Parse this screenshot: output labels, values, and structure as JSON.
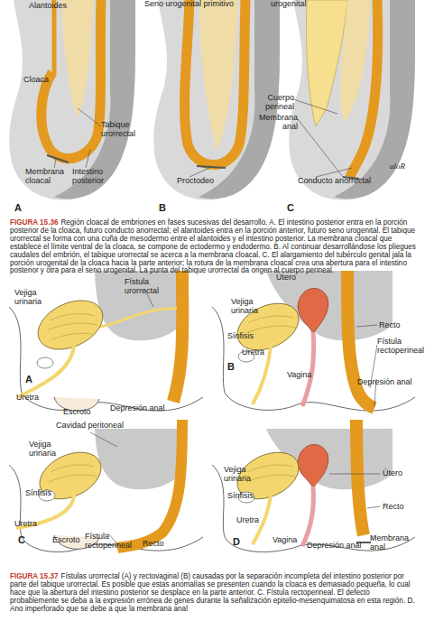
{
  "diagram": {
    "labels": [
      "Alantoides",
      "Seno urogenital primitivo",
      "urogenital",
      "Cloaca",
      "Tabique urorrectal",
      "Membrana cloacal",
      "Intestino posterior",
      "A",
      "Proctodeo",
      "B",
      "Cuerpo perineal",
      "Membrana anal",
      "Conducto anorrectal",
      "C",
      "aloR",
      "FIGURA 15.36",
      "Región cloacal de embriones en fases sucesivas del desarrollo. A. El intestino posterior entra en la porción posterior de la cloaca, futuro conducto anorrectal; el alantoides entra en la porción anterior, futuro seno urogenital. El tabique urorrectal se forma con una cuña de mesodermo entre el alantoides y el intestino posterior. La membrana cloacal que establece el límite ventral de la cloaca, se compone de ectodermo y endodermo. B. Al continuar desarrollándose los pliegues caudales del embrión, el tabique urorrectal se acerca a la membrana cloacal. C. El alargamiento del tubérculo genital jala la porción urogenital de la cloaca hacia la parte anterior; la rotura de la membrana cloacal crea una abertura para el intestino posterior y otra para el seno urogenital. La punta del tabique urorrectal da origen al cuerpo perineal.",
      "Vejiga urinaria",
      "Fístula urorrectal",
      "Uretra",
      "Escroto",
      "Depresión anal",
      "A",
      "Útero",
      "Vejiga urinaria",
      "Sínfisis",
      "Uretra",
      "Vagina",
      "Recto",
      "Fístula rectoperineal",
      "Depresión anal",
      "B",
      "Cavidad peritoneal",
      "Vejiga urinaria",
      "Sínfisis",
      "Uretra",
      "Escroto",
      "Fístula rectoperineal",
      "Recto",
      "C",
      "Vejiga urinaria",
      "Útero",
      "Sínfisis",
      "Recto",
      "Uretra",
      "Vagina",
      "Depresión anal",
      "Membrana anal",
      "D",
      "FIGURA 15.37",
      "Fístulas urorrectal (A) y rectovaginal (B) causadas por la separación incompleta del intestino posterior por parte del tabique urorrectal. Es posible que estas anomalías se presenten cuando la cloaca es demasiado pequeña, lo cual hace que la abertura del intestino posterior se desplace en la parte anterior. C. Fístula rectoperineal. El defecto probablemente se deba a la expresión errónea de genes durante la señalización epitelio-mesenquimatosa en esta región. D. Ano imperforado que se debe a que la membrana anal"
    ]
  }
}
